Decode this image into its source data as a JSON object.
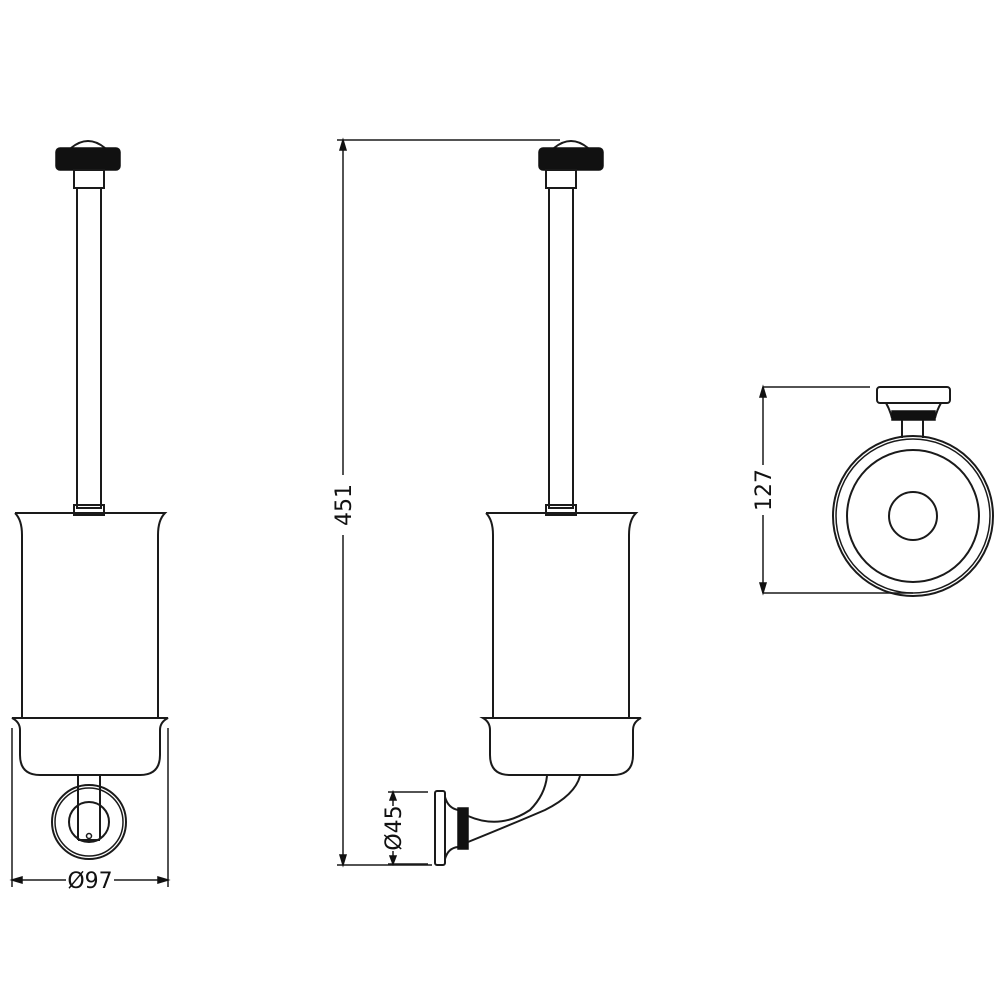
{
  "drawing": {
    "views": [
      "front-view",
      "side-view",
      "top-view"
    ],
    "dimensions": {
      "width_diameter": "Ø97",
      "height": "451",
      "wall_plate_diameter": "Ø45",
      "projection": "127"
    },
    "line_color": "#1a1a1a",
    "background": "#ffffff"
  }
}
